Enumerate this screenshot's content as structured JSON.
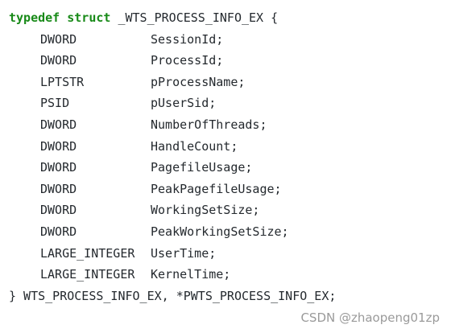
{
  "code": {
    "header": {
      "kw_typedef": "typedef",
      "kw_struct": "struct",
      "struct_name": "_WTS_PROCESS_INFO_EX",
      "open_brace": "{"
    },
    "fields": [
      {
        "type": "DWORD",
        "name": "SessionId;"
      },
      {
        "type": "DWORD",
        "name": "ProcessId;"
      },
      {
        "type": "LPTSTR",
        "name": "pProcessName;"
      },
      {
        "type": "PSID",
        "name": "pUserSid;"
      },
      {
        "type": "DWORD",
        "name": "NumberOfThreads;"
      },
      {
        "type": "DWORD",
        "name": "HandleCount;"
      },
      {
        "type": "DWORD",
        "name": "PagefileUsage;"
      },
      {
        "type": "DWORD",
        "name": "PeakPagefileUsage;"
      },
      {
        "type": "DWORD",
        "name": "WorkingSetSize;"
      },
      {
        "type": "DWORD",
        "name": "PeakWorkingSetSize;"
      },
      {
        "type": "LARGE_INTEGER",
        "name": "UserTime;"
      },
      {
        "type": "LARGE_INTEGER",
        "name": "KernelTime;"
      }
    ],
    "footer": "} WTS_PROCESS_INFO_EX, *PWTS_PROCESS_INFO_EX;"
  },
  "watermark": "CSDN @zhaopeng01zp",
  "colors": {
    "keyword": "#188a18",
    "text": "#24292e",
    "watermark": "#9a9a9a",
    "background": "#ffffff"
  }
}
